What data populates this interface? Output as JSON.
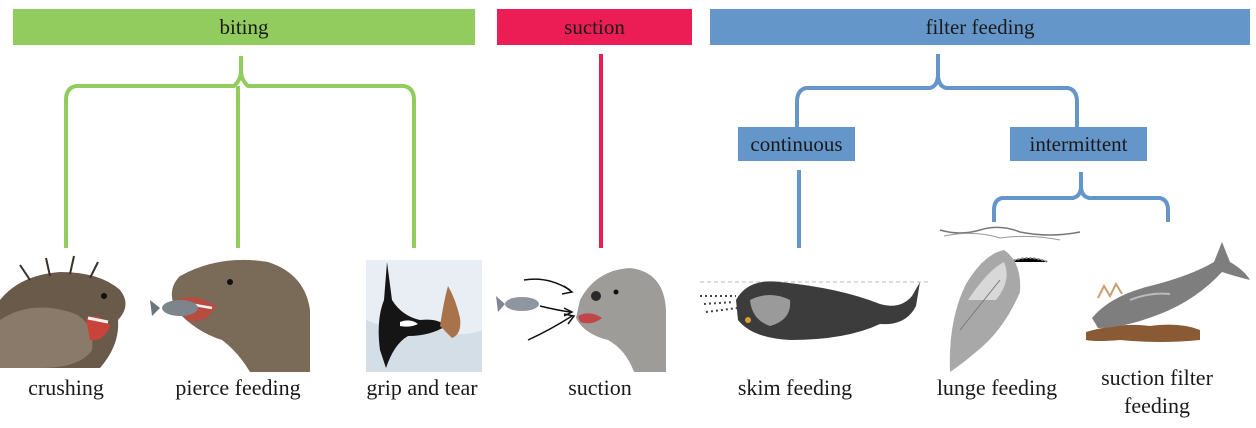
{
  "colors": {
    "biting": "#92cc5f",
    "suction": "#ec1d55",
    "filter": "#6596c9"
  },
  "categories": {
    "biting": "biting",
    "suction": "suction",
    "filter_feeding": "filter feeding",
    "continuous": "continuous",
    "intermittent": "intermittent"
  },
  "modes": {
    "crushing": "crushing",
    "pierce_feeding": "pierce feeding",
    "grip_and_tear": "grip and tear",
    "suction": "suction",
    "skim_feeding": "skim feeding",
    "lunge_feeding": "lunge feeding",
    "suction_filter_line1": "suction filter",
    "suction_filter_line2": "feeding"
  },
  "illustrations": [
    "fur-seal-crushing-illustration",
    "sea-lion-pierce-feeding-illustration",
    "orca-grip-and-tear-illustration",
    "seal-suction-illustration",
    "right-whale-skim-feeding-illustration",
    "rorqual-lunge-feeding-illustration",
    "gray-whale-suction-filter-illustration"
  ]
}
